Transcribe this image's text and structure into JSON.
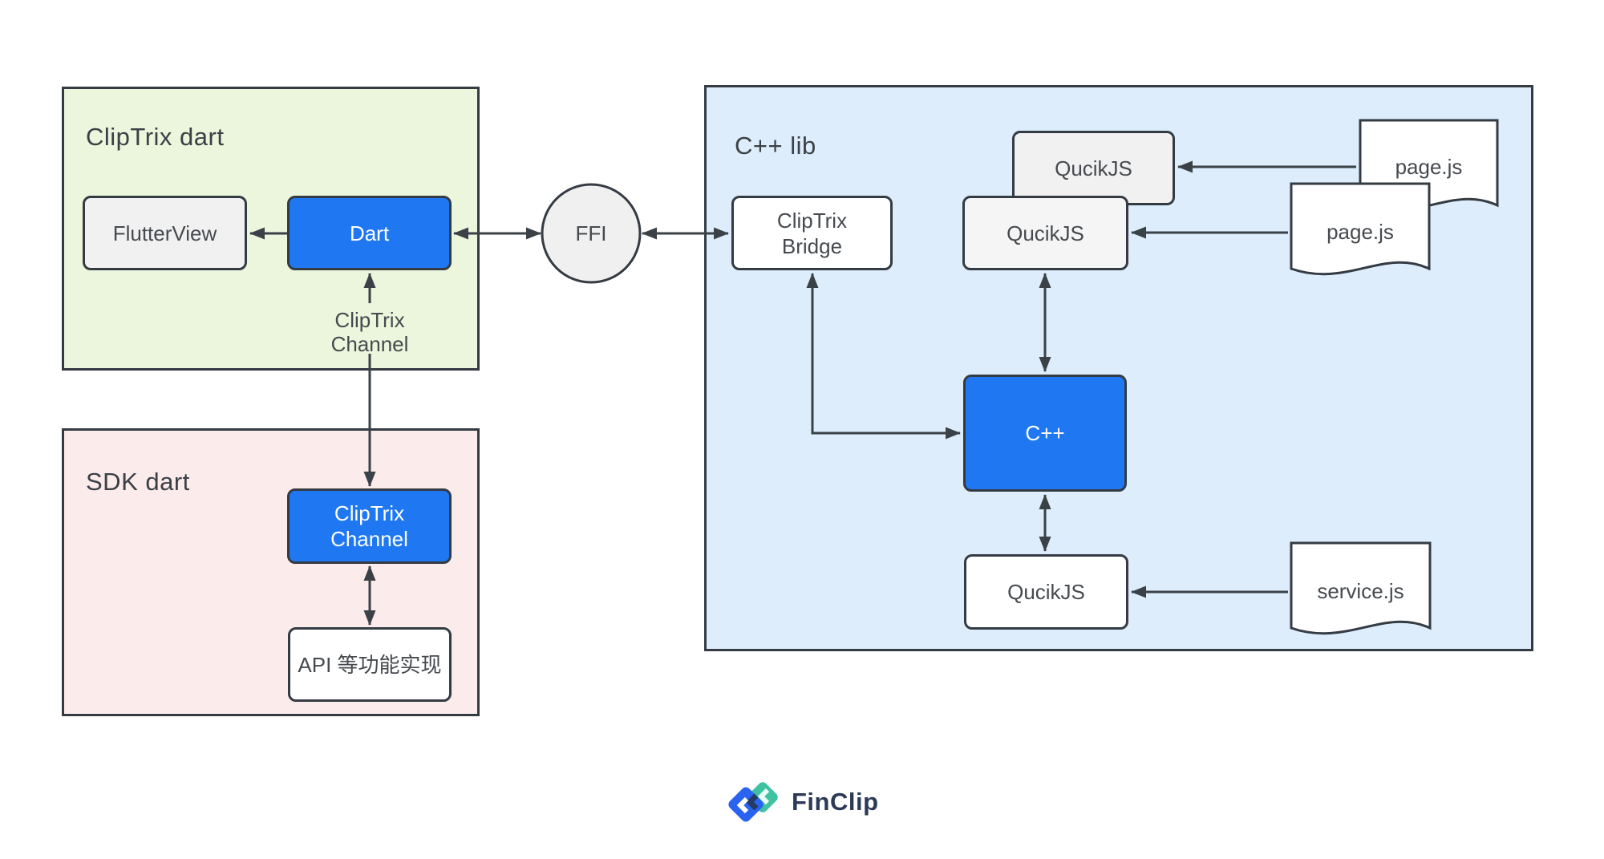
{
  "colors": {
    "accent_blue": "#1f78f2",
    "shape_stroke": "#343b43",
    "arrow": "#3a4147",
    "container_green_fill": "#ebf6dc",
    "container_pink_fill": "#fcebeb",
    "container_blue_fill": "#ddedfb",
    "node_gray_fill": "#f1f1f1",
    "logo_navy": "#2c3a57",
    "logo_blue": "#2a63f0",
    "logo_teal": "#3fc2a2"
  },
  "containers": {
    "cliptrix_dart": {
      "title": "ClipTrix dart"
    },
    "sdk_dart": {
      "title": "SDK dart"
    },
    "cpp_lib": {
      "title": "C++ lib"
    }
  },
  "nodes": {
    "flutterview": "FlutterView",
    "dart": "Dart",
    "channel_label": "ClipTrix\nChannel",
    "cliptrix_channel": "ClipTrix\nChannel",
    "api_impl": "API 等功能实现",
    "ffi": "FFI",
    "cliptrix_bridge": "ClipTrix\nBridge",
    "qucikjs_back": "QucikJS",
    "qucikjs_front": "QucikJS",
    "cpp": "C++",
    "qucikjs_bottom": "QucikJS",
    "page_js_top": "page.js",
    "page_js_bottom": "page.js",
    "service_js": "service.js"
  },
  "logo": {
    "text": "FinClip"
  }
}
